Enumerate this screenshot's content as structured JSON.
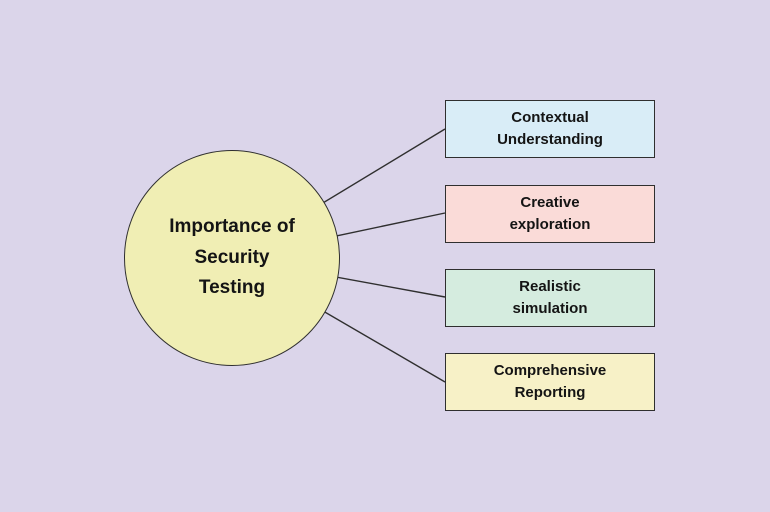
{
  "background": "#dbd5ea",
  "diagram": {
    "type": "mind-map",
    "center": {
      "label": "Importance of\nSecurity\nTesting",
      "fill": "#f0eeb4",
      "border": "#2f2f2f"
    },
    "nodes": [
      {
        "label": "Contextual\nUnderstanding",
        "fill": "#d9edf7"
      },
      {
        "label": "Creative\nexploration",
        "fill": "#fadbd8"
      },
      {
        "label": "Realistic\nsimulation",
        "fill": "#d5ecdf"
      },
      {
        "label": "Comprehensive\nReporting",
        "fill": "#f7f1c7"
      }
    ],
    "connector_color": "#2f2f2f"
  }
}
